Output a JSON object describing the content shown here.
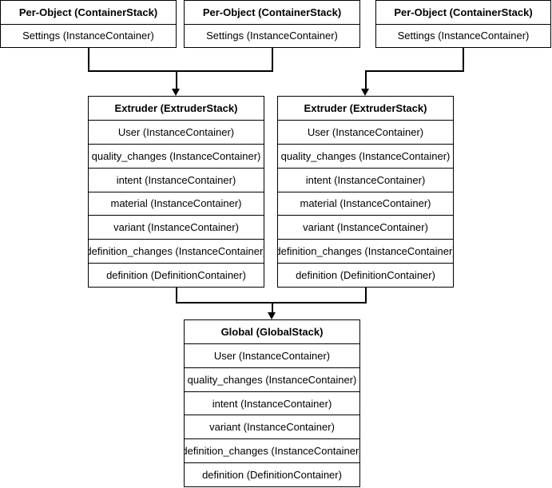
{
  "colors": {
    "border": "#000000",
    "background": "#ffffff",
    "text": "#000000"
  },
  "nodes": {
    "per_object_1": {
      "title": "Per-Object (ContainerStack)",
      "rows": [
        "Settings (InstanceContainer)"
      ]
    },
    "per_object_2": {
      "title": "Per-Object (ContainerStack)",
      "rows": [
        "Settings (InstanceContainer)"
      ]
    },
    "per_object_3": {
      "title": "Per-Object (ContainerStack)",
      "rows": [
        "Settings (InstanceContainer)"
      ]
    },
    "extruder_1": {
      "title": "Extruder (ExtruderStack)",
      "rows": [
        "User (InstanceContainer)",
        "quality_changes (InstanceContainer)",
        "intent (InstanceContainer)",
        "material (InstanceContainer)",
        "variant (InstanceContainer)",
        "definition_changes (InstanceContainer)",
        "definition (DefinitionContainer)"
      ]
    },
    "extruder_2": {
      "title": "Extruder (ExtruderStack)",
      "rows": [
        "User (InstanceContainer)",
        "quality_changes (InstanceContainer)",
        "intent (InstanceContainer)",
        "material (InstanceContainer)",
        "variant (InstanceContainer)",
        "definition_changes (InstanceContainer)",
        "definition (DefinitionContainer)"
      ]
    },
    "global": {
      "title": "Global (GlobalStack)",
      "rows": [
        "User (InstanceContainer)",
        "quality_changes (InstanceContainer)",
        "intent (InstanceContainer)",
        "variant (InstanceContainer)",
        "definition_changes (InstanceContainer)",
        "definition (DefinitionContainer)"
      ]
    }
  },
  "edges": [
    {
      "from": [
        "per_object_1",
        "per_object_2"
      ],
      "to": "extruder_1"
    },
    {
      "from": [
        "per_object_3"
      ],
      "to": "extruder_2"
    },
    {
      "from": [
        "extruder_1",
        "extruder_2"
      ],
      "to": "global"
    }
  ]
}
